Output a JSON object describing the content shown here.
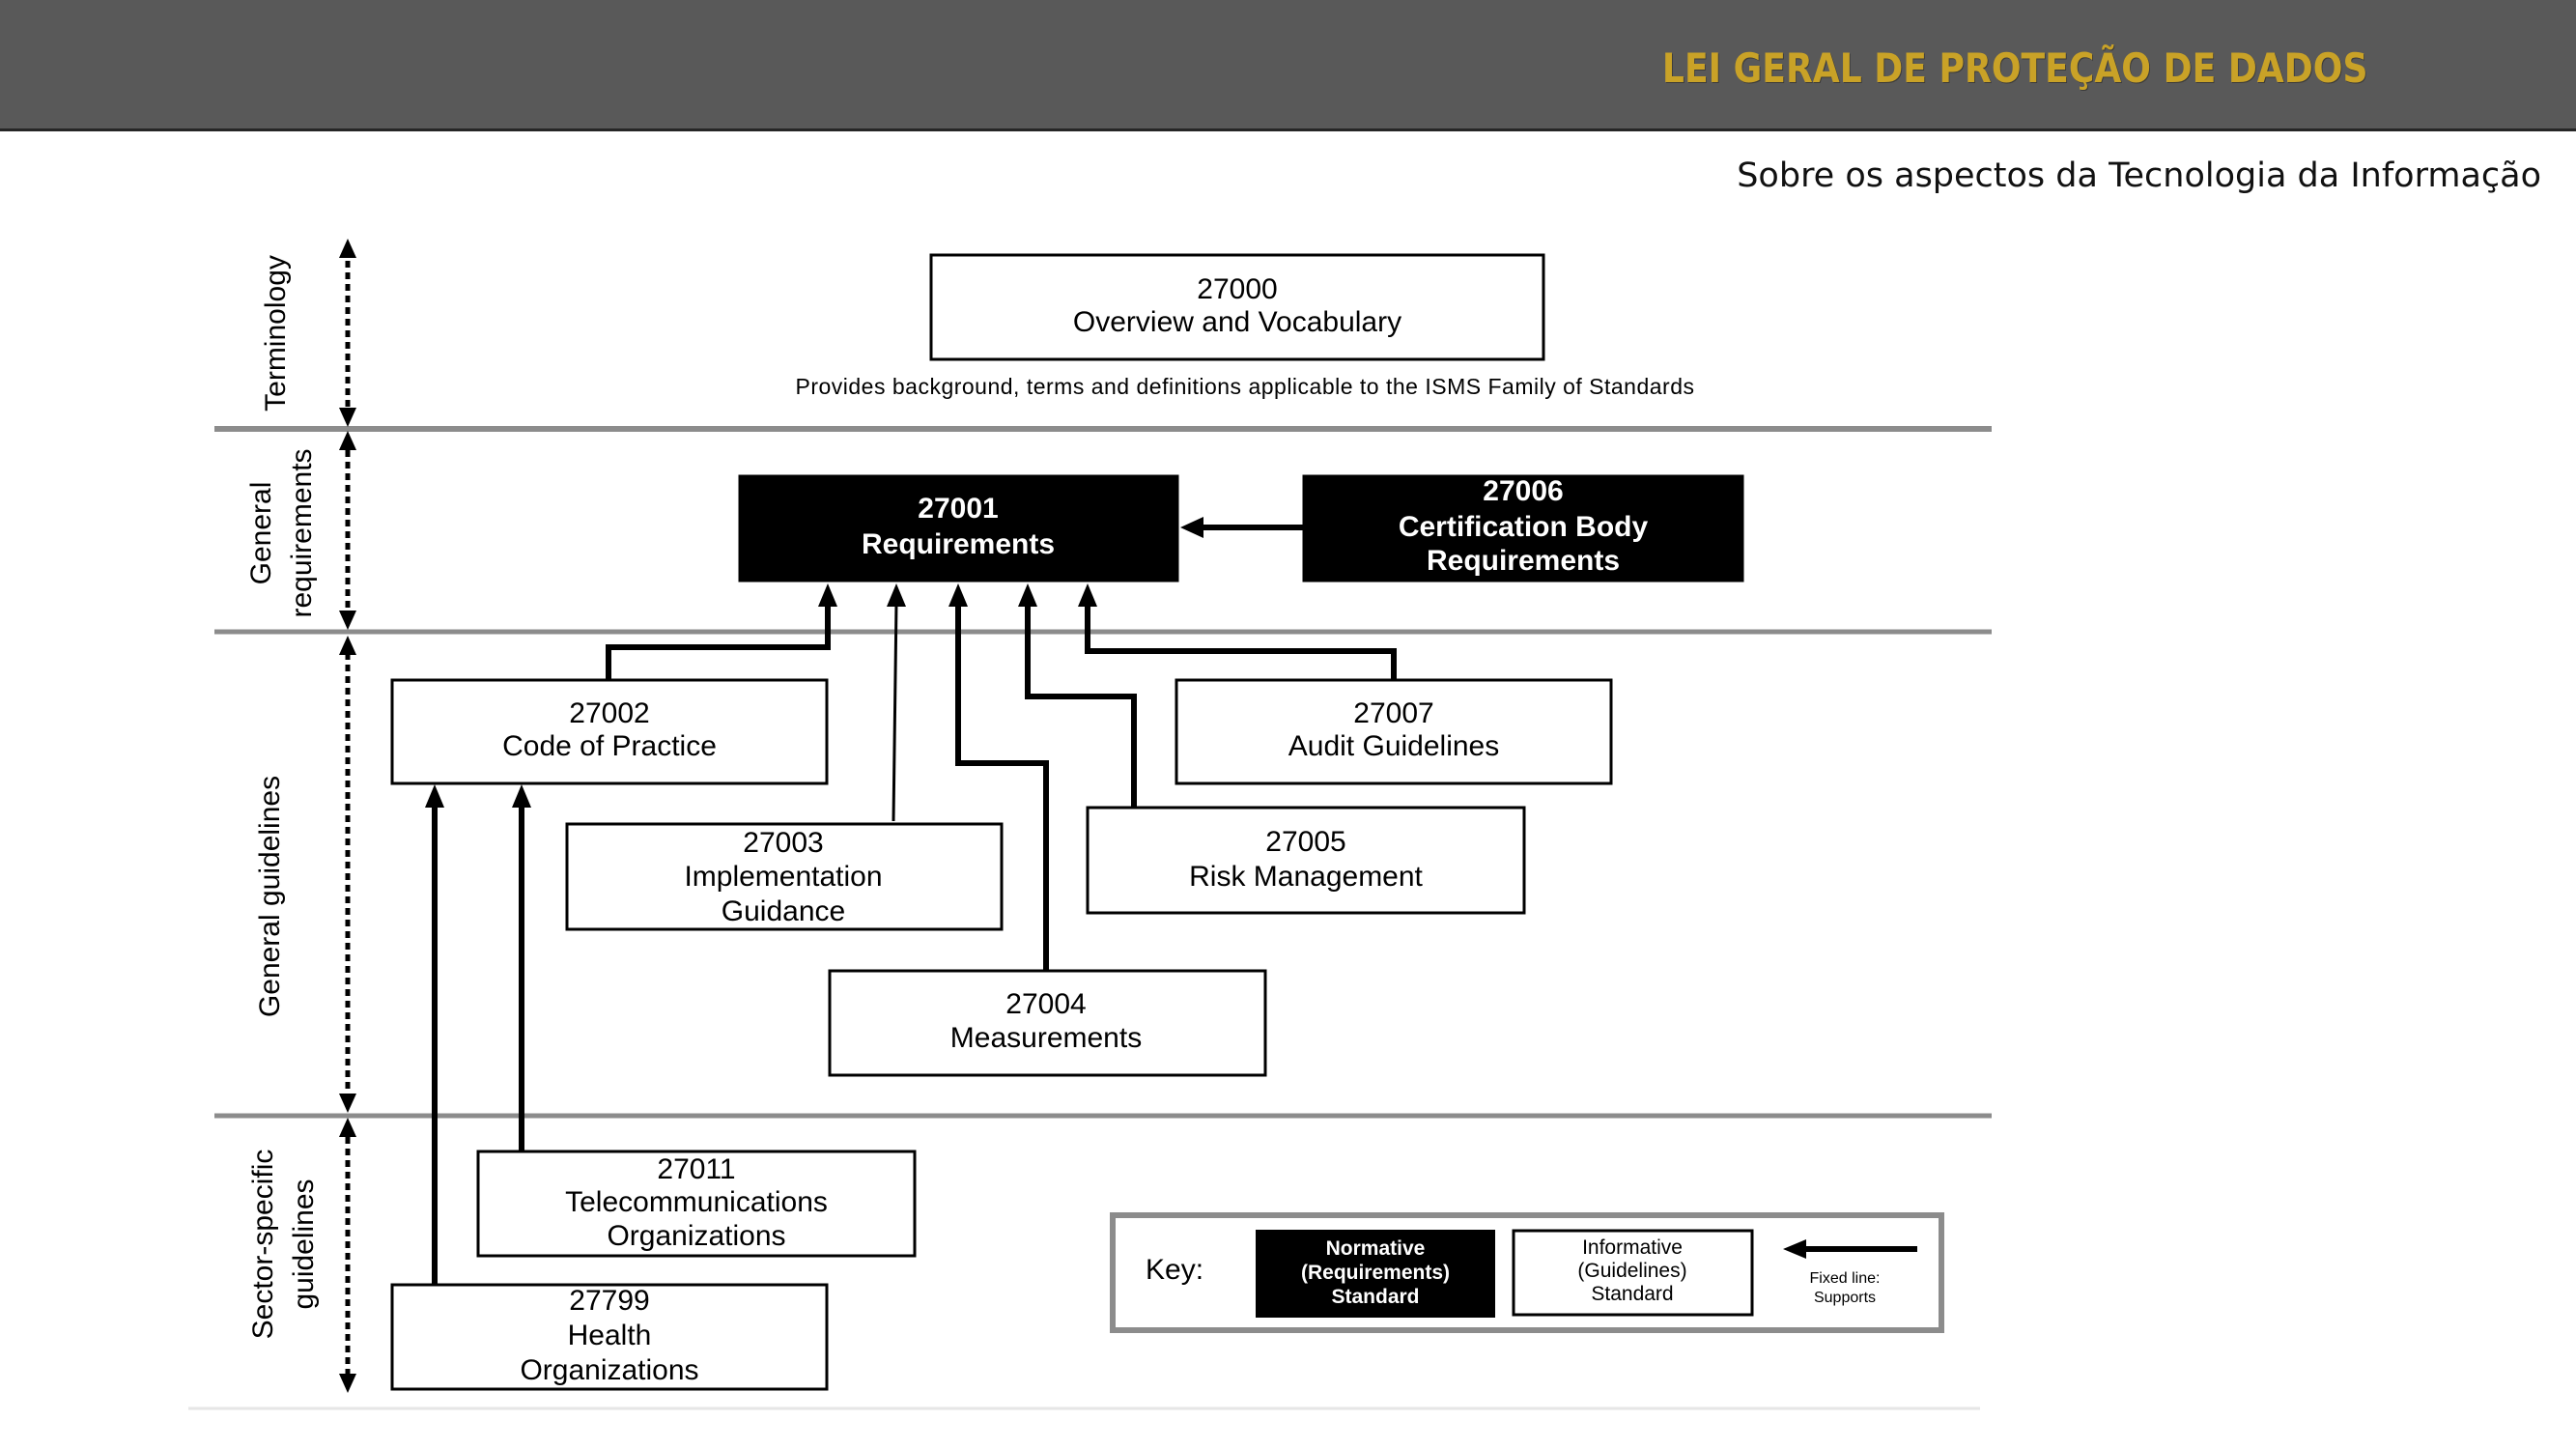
{
  "header": {
    "title": "LEI GERAL DE PROTEÇÃO DE DADOS",
    "title_color": "#c9a227",
    "bar_color": "#595959"
  },
  "subtitle": "Sobre os aspectos da Tecnologia da Informação",
  "diagram": {
    "bands": {
      "terminology": "Terminology",
      "general_requirements": [
        "General",
        "requirements"
      ],
      "general_guidelines": "General guidelines",
      "sector_specific": [
        "Sector-specific",
        "guidelines"
      ]
    },
    "standards": {
      "s27000": [
        "27000",
        "Overview and Vocabulary"
      ],
      "s27000_note": "Provides background, terms and definitions applicable to the ISMS Family of Standards",
      "s27001": [
        "27001",
        "Requirements"
      ],
      "s27006": [
        "27006",
        "Certification Body",
        "Requirements"
      ],
      "s27002": [
        "27002",
        "Code of Practice"
      ],
      "s27007": [
        "27007",
        "Audit Guidelines"
      ],
      "s27003": [
        "27003",
        "Implementation",
        "Guidance"
      ],
      "s27005": [
        "27005",
        "Risk Management"
      ],
      "s27004": [
        "27004",
        "Measurements"
      ],
      "s27011": [
        "27011",
        "Telecommunications",
        "Organizations"
      ],
      "s27799": [
        "27799",
        "Health",
        "Organizations"
      ]
    },
    "key": {
      "label": "Key:",
      "normative": [
        "Normative",
        "(Requirements)",
        "Standard"
      ],
      "informative": [
        "Informative",
        "(Guidelines)",
        "Standard"
      ],
      "fixed_line": [
        "Fixed line:",
        "Supports"
      ]
    }
  }
}
